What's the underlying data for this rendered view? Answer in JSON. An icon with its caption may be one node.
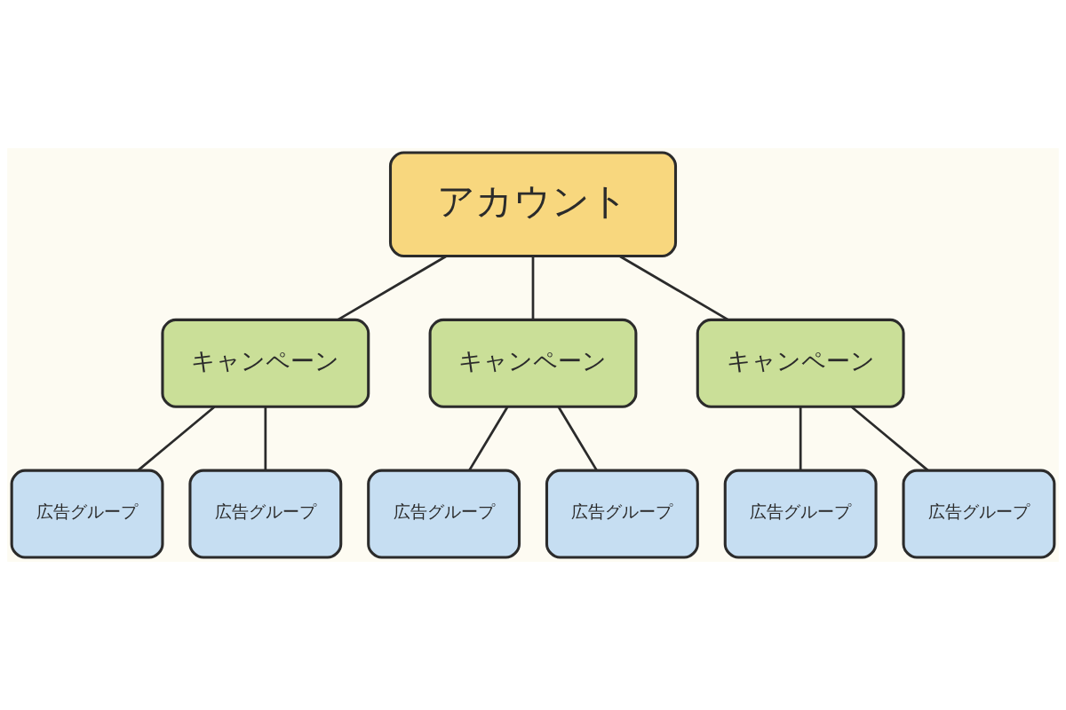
{
  "diagram": {
    "nodes": [
      {
        "text": [
          "アカウント"
        ]
      },
      {
        "text": [
          "キャンペーン"
        ]
      },
      {
        "text": [
          "キャンペーン"
        ]
      },
      {
        "text": [
          "キャンペーン"
        ]
      },
      {
        "text": [
          "広告グループ"
        ]
      },
      {
        "text": [
          "広告グループ"
        ]
      },
      {
        "text": [
          "広告グループ"
        ]
      },
      {
        "text": [
          "広告グループ"
        ]
      },
      {
        "text": [
          "広告グループ"
        ]
      },
      {
        "text": [
          "広告グループ"
        ]
      }
    ],
    "edges": [
      {
        "from": 0,
        "to": 1,
        "arrow": "none"
      },
      {
        "from": 0,
        "to": 2,
        "arrow": "none"
      },
      {
        "from": 0,
        "to": 3,
        "arrow": "none"
      },
      {
        "from": 1,
        "to": 4,
        "arrow": "none"
      },
      {
        "from": 1,
        "to": 5,
        "arrow": "none"
      },
      {
        "from": 2,
        "to": 6,
        "arrow": "none"
      },
      {
        "from": 2,
        "to": 7,
        "arrow": "none"
      },
      {
        "from": 3,
        "to": 8,
        "arrow": "none"
      },
      {
        "from": 3,
        "to": 9,
        "arrow": "none"
      }
    ]
  }
}
